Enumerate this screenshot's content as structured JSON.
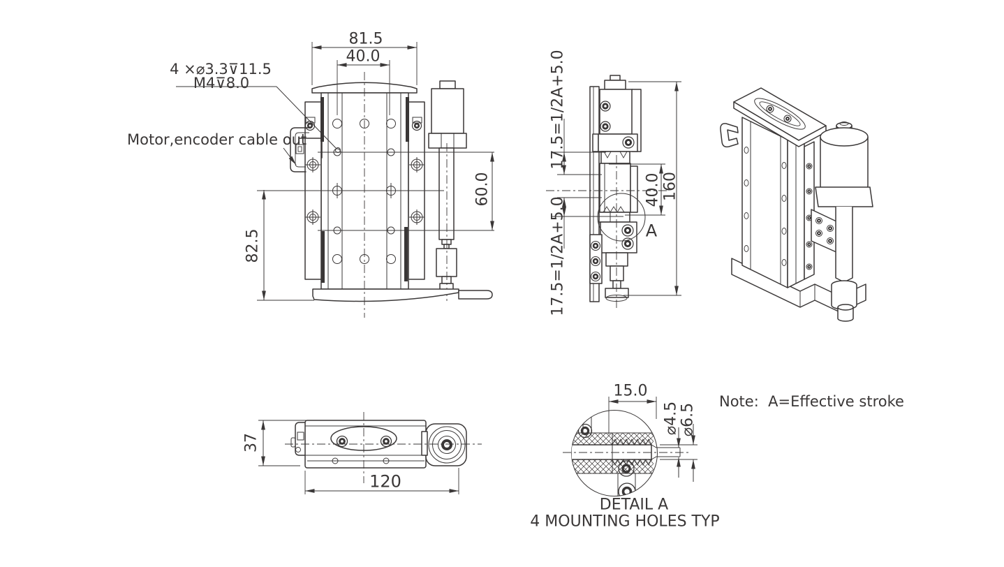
{
  "drawing": {
    "front_view": {
      "dim_top_outer": "81.5",
      "dim_top_inner": "40.0",
      "dim_left": "82.5",
      "dim_right": "60.0",
      "holes_note_line1": "4 ×⌀3.3⊽11.5",
      "holes_note_line2": "M4⊽8.0",
      "cable_note": "Motor,encoder cable out"
    },
    "side_view": {
      "dim_top": "17.5=1/2A+5.0",
      "dim_bottom": "17.5=1/2A+5.0",
      "dim_mid": "40.0",
      "dim_overall": "160",
      "detail_marker": "A"
    },
    "top_view": {
      "dim_left": "37",
      "dim_bottom": "120"
    },
    "detail_view": {
      "dim_top": "15.0",
      "dim_dia_small": "⌀4.5",
      "dim_dia_large": "⌀6.5",
      "caption_line1": "DETAIL A",
      "caption_line2": "4 MOUNTING HOLES TYP"
    },
    "note": "Note:  A=Effective stroke"
  }
}
